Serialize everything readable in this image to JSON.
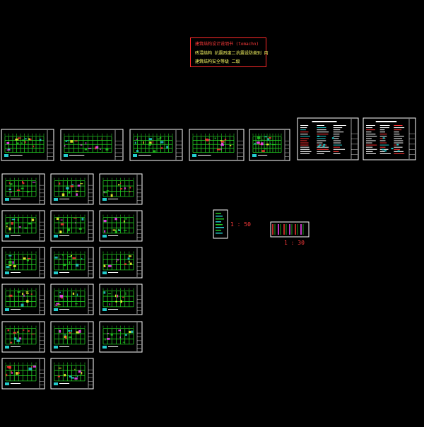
{
  "title_block": {
    "line1": "建筑结构设计说明书 (tomachn)",
    "line2a": "砖混结构 抗震烈度二",
    "line2b": "抗震设防类别 丙",
    "line3": "建筑结构安全等级 二级"
  },
  "scale_labels": {
    "left": "1 : 50",
    "right": "1 : 30"
  },
  "colors": {
    "background": "#000000",
    "sheet_border": "#ffffff",
    "title_border": "#ff2a2a",
    "title_text_red": "#ff3b3b",
    "title_text_yellow": "#ffff66",
    "drawing_green": "#22cc22",
    "drawing_cyan": "#22cccc",
    "drawing_magenta": "#ff44ff",
    "drawing_red": "#ff3333",
    "drawing_yellow": "#ffff33"
  }
}
